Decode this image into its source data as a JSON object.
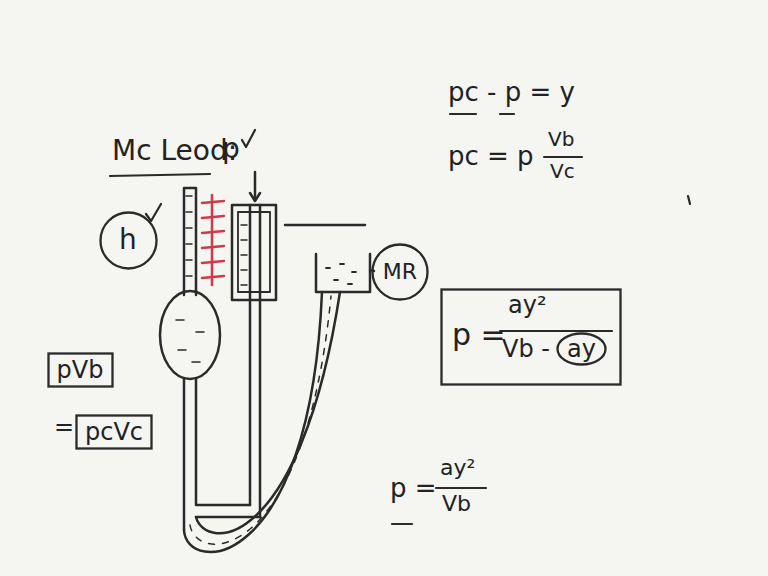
{
  "diagram": {
    "nodes": [
      {
        "text": [
          "h"
        ]
      },
      {
        "text": [
          "MR"
        ]
      },
      {
        "text": [
          "pVb"
        ]
      },
      {
        "text": [
          "pcVc"
        ]
      },
      {
        "text": [
          "p =",
          "ay²",
          "Vb -"
        ]
      },
      {
        "text": [
          "ay"
        ],
        "in": 4
      }
    ],
    "labels": [
      "Mc Leod:",
      "p",
      "pc - p = y",
      "pc = p",
      "Vb",
      "Vc",
      "=",
      "p =",
      "ay²",
      "Vb"
    ]
  }
}
